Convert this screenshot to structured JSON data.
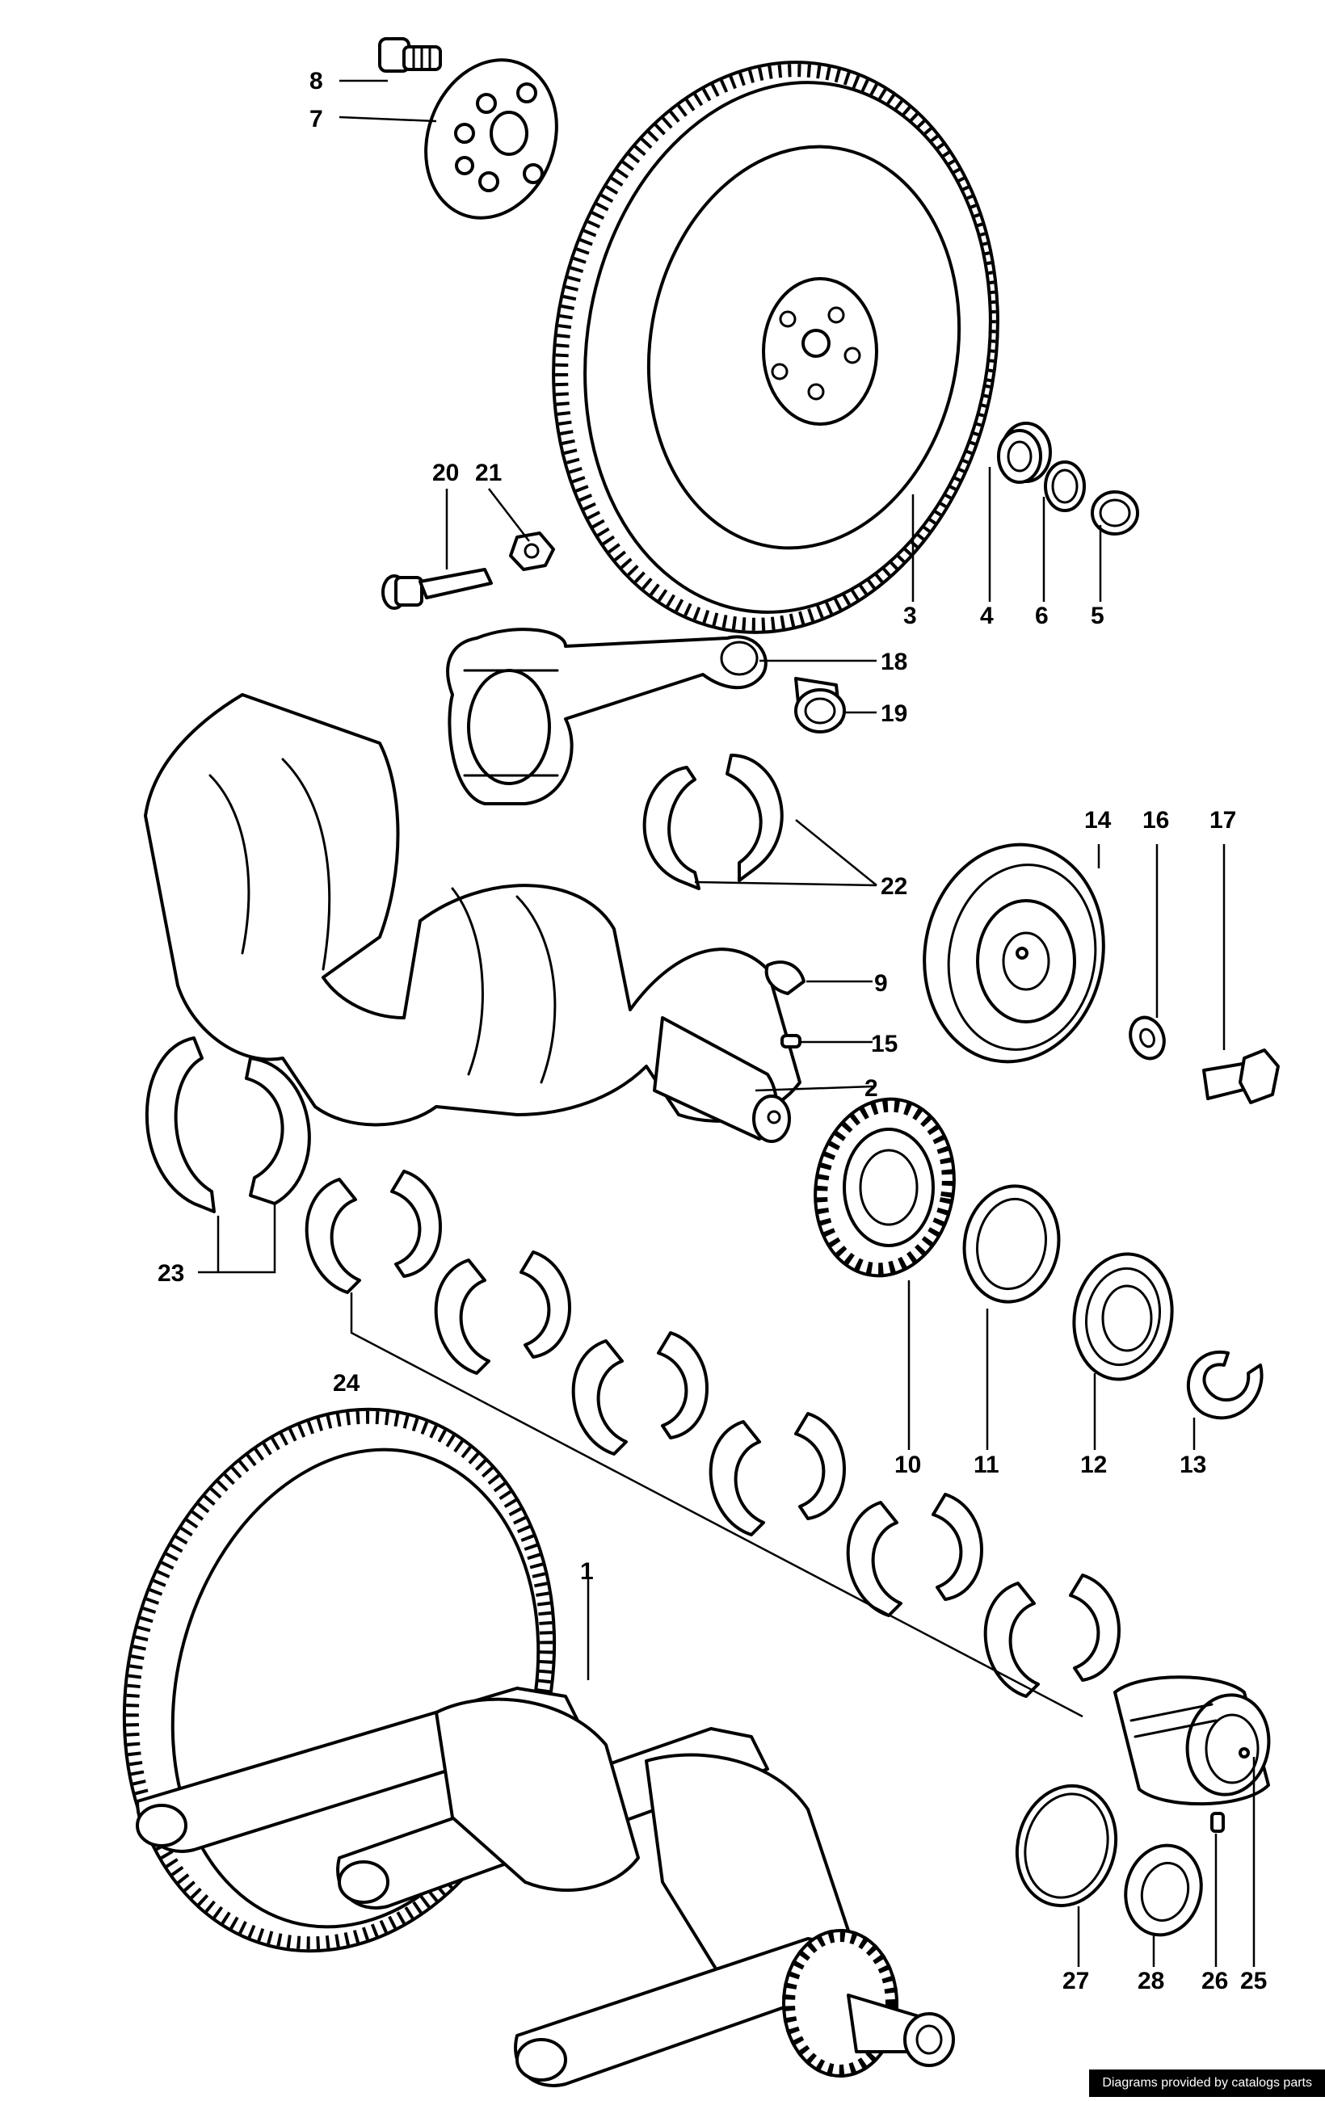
{
  "callouts": [
    {
      "id": "1",
      "label": "1"
    },
    {
      "id": "2",
      "label": "2"
    },
    {
      "id": "3",
      "label": "3"
    },
    {
      "id": "4",
      "label": "4"
    },
    {
      "id": "5",
      "label": "5"
    },
    {
      "id": "6",
      "label": "6"
    },
    {
      "id": "7",
      "label": "7"
    },
    {
      "id": "8",
      "label": "8"
    },
    {
      "id": "9",
      "label": "9"
    },
    {
      "id": "10",
      "label": "10"
    },
    {
      "id": "11",
      "label": "11"
    },
    {
      "id": "12",
      "label": "12"
    },
    {
      "id": "13",
      "label": "13"
    },
    {
      "id": "14",
      "label": "14"
    },
    {
      "id": "15",
      "label": "15"
    },
    {
      "id": "16",
      "label": "16"
    },
    {
      "id": "17",
      "label": "17"
    },
    {
      "id": "18",
      "label": "18"
    },
    {
      "id": "19",
      "label": "19"
    },
    {
      "id": "20",
      "label": "20"
    },
    {
      "id": "21",
      "label": "21"
    },
    {
      "id": "22",
      "label": "22"
    },
    {
      "id": "23",
      "label": "23"
    },
    {
      "id": "24",
      "label": "24"
    },
    {
      "id": "25",
      "label": "25"
    },
    {
      "id": "26",
      "label": "26"
    },
    {
      "id": "27",
      "label": "27"
    },
    {
      "id": "28",
      "label": "28"
    }
  ],
  "footer": {
    "credit": "Diagrams provided by catalogs parts"
  },
  "colors": {
    "ink": "#000000",
    "paper": "#ffffff"
  }
}
